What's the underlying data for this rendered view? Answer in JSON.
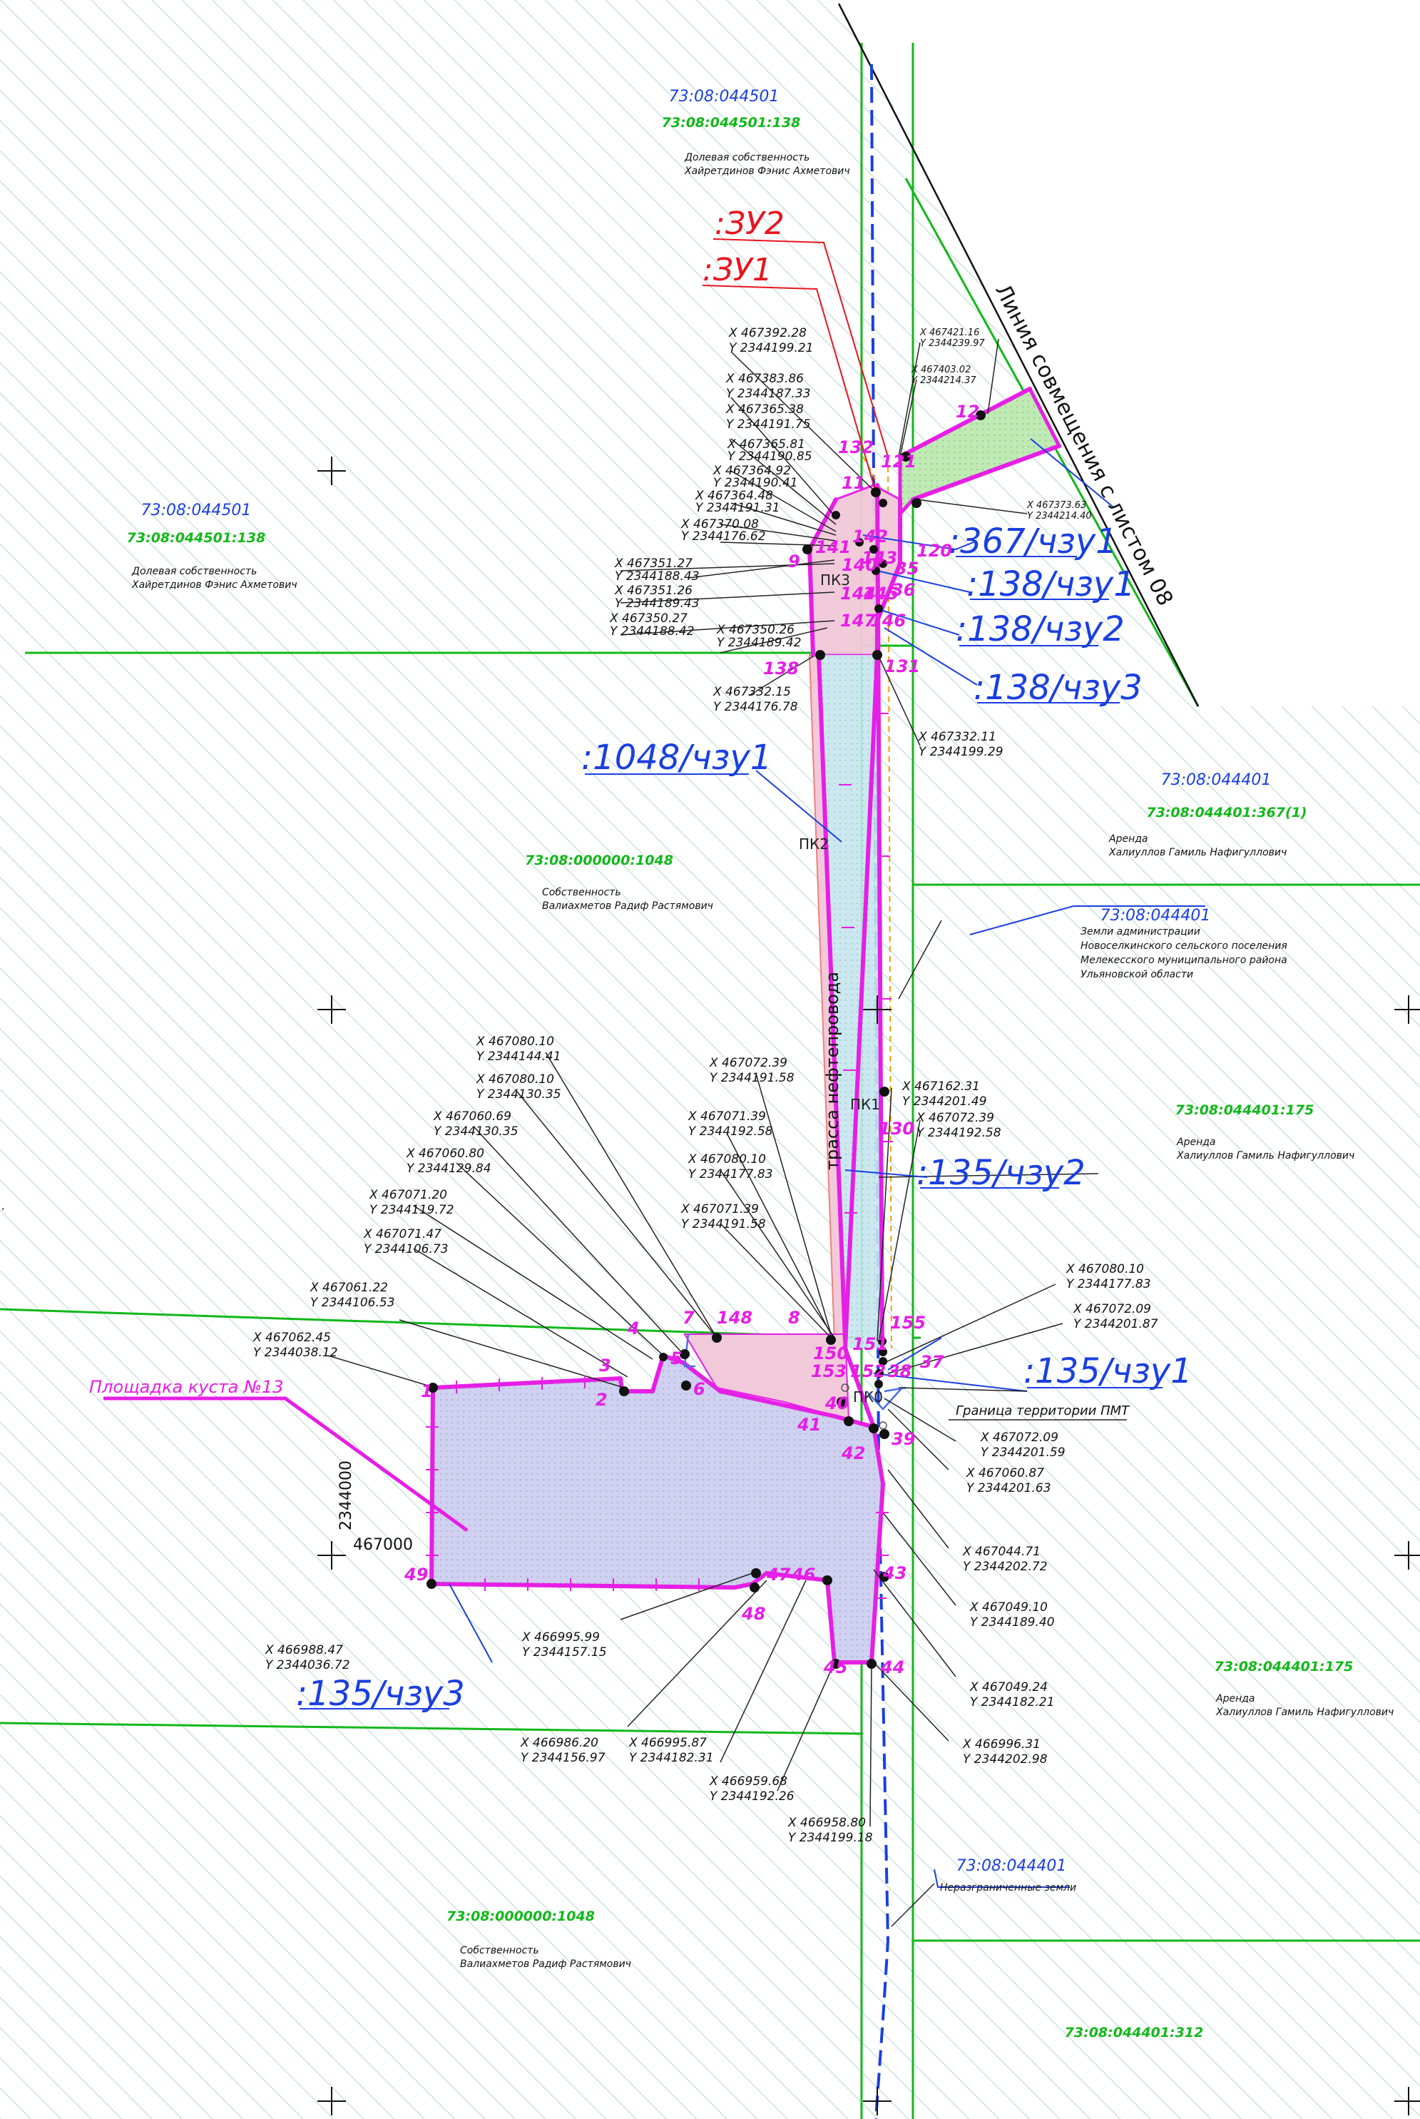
{
  "colors": {
    "hatch": "#bcd9d2",
    "green": "#12b81a",
    "magenta": "#e61ee6",
    "blue": "#1a3fe0",
    "red": "#e8141e",
    "black": "#111111",
    "pink_fill": "#f2c9d9",
    "violet_fill": "#cfd0f2",
    "cyan_fill": "#c5e6ee",
    "lime_fill": "#bfeab4"
  },
  "cadastral_blocks": [
    {
      "block": "73:08:044501",
      "parcel": "73:08:044501:138",
      "note1": "Долевая собственность",
      "note2": "Хайретдинов Фэнис Ахметович"
    },
    {
      "block": "73:08:044501",
      "parcel": "73:08:044501:138",
      "note1": "Долевая собственность",
      "note2": "Хайретдинов Фэнис Ахметович"
    },
    {
      "block": "73:08:044401",
      "parcel": "73:08:044401:367(1)",
      "note1": "Аренда",
      "note2": "Халиуллов Гамиль Нафигуллович"
    },
    {
      "parcel": "73:08:000000:1048",
      "note1": "Собственность",
      "note2": "Валиахметов Радиф Растямович"
    },
    {
      "block": "73:08:044401",
      "note1": "Земли администрации",
      "note2": "Новоселкинского сельского поселения",
      "note3": "Мелекесского муниципального района",
      "note4": "Ульяновской области"
    },
    {
      "parcel": "73:08:044401:175",
      "note1": "Аренда",
      "note2": "Халиуллов Гамиль Нафигуллович"
    },
    {
      "parcel": "73:08:044401:175",
      "note1": "Аренда",
      "note2": "Халиуллов Гамиль Нафигуллович"
    },
    {
      "block": "73:08:044401",
      "note1": "Неразграниченные земли"
    },
    {
      "parcel": "73:08:000000:1048",
      "note1": "Собственность",
      "note2": "Валиахметов Радиф Растямович"
    },
    {
      "parcel": "73:08:044401:312"
    }
  ],
  "red_labels": [
    ":ЗУ2",
    ":ЗУ1"
  ],
  "zone_labels": [
    ":367/чзу1",
    ":138/чзу1",
    ":138/чзу2",
    ":138/чзу3",
    ":1048/чзу1",
    ":135/чзу2",
    ":135/чзу1",
    ":135/чзу3"
  ],
  "rotated_labels": {
    "sheet_line": "Линия совмещения с листом 08",
    "pipeline": "трасса нефтепровода"
  },
  "site_label": "Площадка куста №13",
  "pmt_label": "Граница территории ПМТ",
  "pickets": [
    "ПК3",
    "ПК2",
    "ПК1",
    "ПК0"
  ],
  "grid_values": {
    "x": "467000",
    "y": "2344000"
  },
  "coords": [
    {
      "x": "X 467392.28",
      "y": "Y 2344199.21"
    },
    {
      "x": "X 467383.86",
      "y": "Y 2344187.33"
    },
    {
      "x": "X 467365.38",
      "y": "Y 2344191.75"
    },
    {
      "x": "X 467365.81",
      "y": "Y 2344190.85"
    },
    {
      "x": "X 467364.92",
      "y": "Y 2344190.41"
    },
    {
      "x": "X 467364.48",
      "y": "Y 2344191.31"
    },
    {
      "x": "X 467370.08",
      "y": "Y 2344176.62"
    },
    {
      "x": "X 467351.27",
      "y": "Y 2344188.43"
    },
    {
      "x": "X 467351.26",
      "y": "Y 2344189.43"
    },
    {
      "x": "X 467350.27",
      "y": "Y 2344188.42"
    },
    {
      "x": "X 467350.26",
      "y": "Y 2344189.42"
    },
    {
      "x": "X 467332.15",
      "y": "Y 2344176.78"
    },
    {
      "x": "X 467332.11",
      "y": "Y 2344199.29"
    },
    {
      "x": "X 467421.16",
      "y": "Y 2344239.97"
    },
    {
      "x": "X 467403.02",
      "y": "Y 2344214.37"
    },
    {
      "x": "X 467373.63",
      "y": "Y 2344214.40"
    },
    {
      "x": "X 467080.10",
      "y": "Y 2344144.41"
    },
    {
      "x": "X 467080.10",
      "y": "Y 2344130.35"
    },
    {
      "x": "X 467060.69",
      "y": "Y 2344130.35"
    },
    {
      "x": "X 467060.80",
      "y": "Y 2344129.84"
    },
    {
      "x": "X 467071.20",
      "y": "Y 2344119.72"
    },
    {
      "x": "X 467071.47",
      "y": "Y 2344106.73"
    },
    {
      "x": "X 467061.22",
      "y": "Y 2344106.53"
    },
    {
      "x": "X 467062.45",
      "y": "Y 2344038.12"
    },
    {
      "x": "X 467072.39",
      "y": "Y 2344191.58"
    },
    {
      "x": "X 467071.39",
      "y": "Y 2344192.58"
    },
    {
      "x": "X 467080.10",
      "y": "Y 2344177.83"
    },
    {
      "x": "X 467071.39",
      "y": "Y 2344191.58"
    },
    {
      "x": "X 467162.31",
      "y": "Y 2344201.49"
    },
    {
      "x": "X 467072.39",
      "y": "Y 2344192.58"
    },
    {
      "x": "X 467080.10",
      "y": "Y 2344177.83"
    },
    {
      "x": "X 467072.09",
      "y": "Y 2344201.87"
    },
    {
      "x": "X 467072.09",
      "y": "Y 2344201.59"
    },
    {
      "x": "X 467060.87",
      "y": "Y 2344201.63"
    },
    {
      "x": "X 467044.71",
      "y": "Y 2344202.72"
    },
    {
      "x": "X 467049.10",
      "y": "Y 2344189.40"
    },
    {
      "x": "X 467049.24",
      "y": "Y 2344182.21"
    },
    {
      "x": "X 466996.31",
      "y": "Y 2344202.98"
    },
    {
      "x": "X 466988.47",
      "y": "Y 2344036.72"
    },
    {
      "x": "X 466995.99",
      "y": "Y 2344157.15"
    },
    {
      "x": "X 466986.20",
      "y": "Y 2344156.97"
    },
    {
      "x": "X 466995.87",
      "y": "Y 2344182.31"
    },
    {
      "x": "X 466959.68",
      "y": "Y 2344192.26"
    },
    {
      "x": "X 466958.80",
      "y": "Y 2344199.18"
    }
  ],
  "point_numbers": [
    "132",
    "121",
    "11",
    "12",
    "120",
    "9",
    "141",
    "142",
    "140",
    "143",
    "35",
    "144",
    "145",
    "36",
    "147",
    "146",
    "138",
    "131",
    "130",
    "155",
    "4",
    "7",
    "148",
    "8",
    "3",
    "5",
    "150",
    "151",
    "37",
    "2",
    "6",
    "153",
    "152",
    "38",
    "40",
    "1",
    "41",
    "39",
    "42",
    "49",
    "47",
    "46",
    "43",
    "48",
    "45",
    "44"
  ]
}
